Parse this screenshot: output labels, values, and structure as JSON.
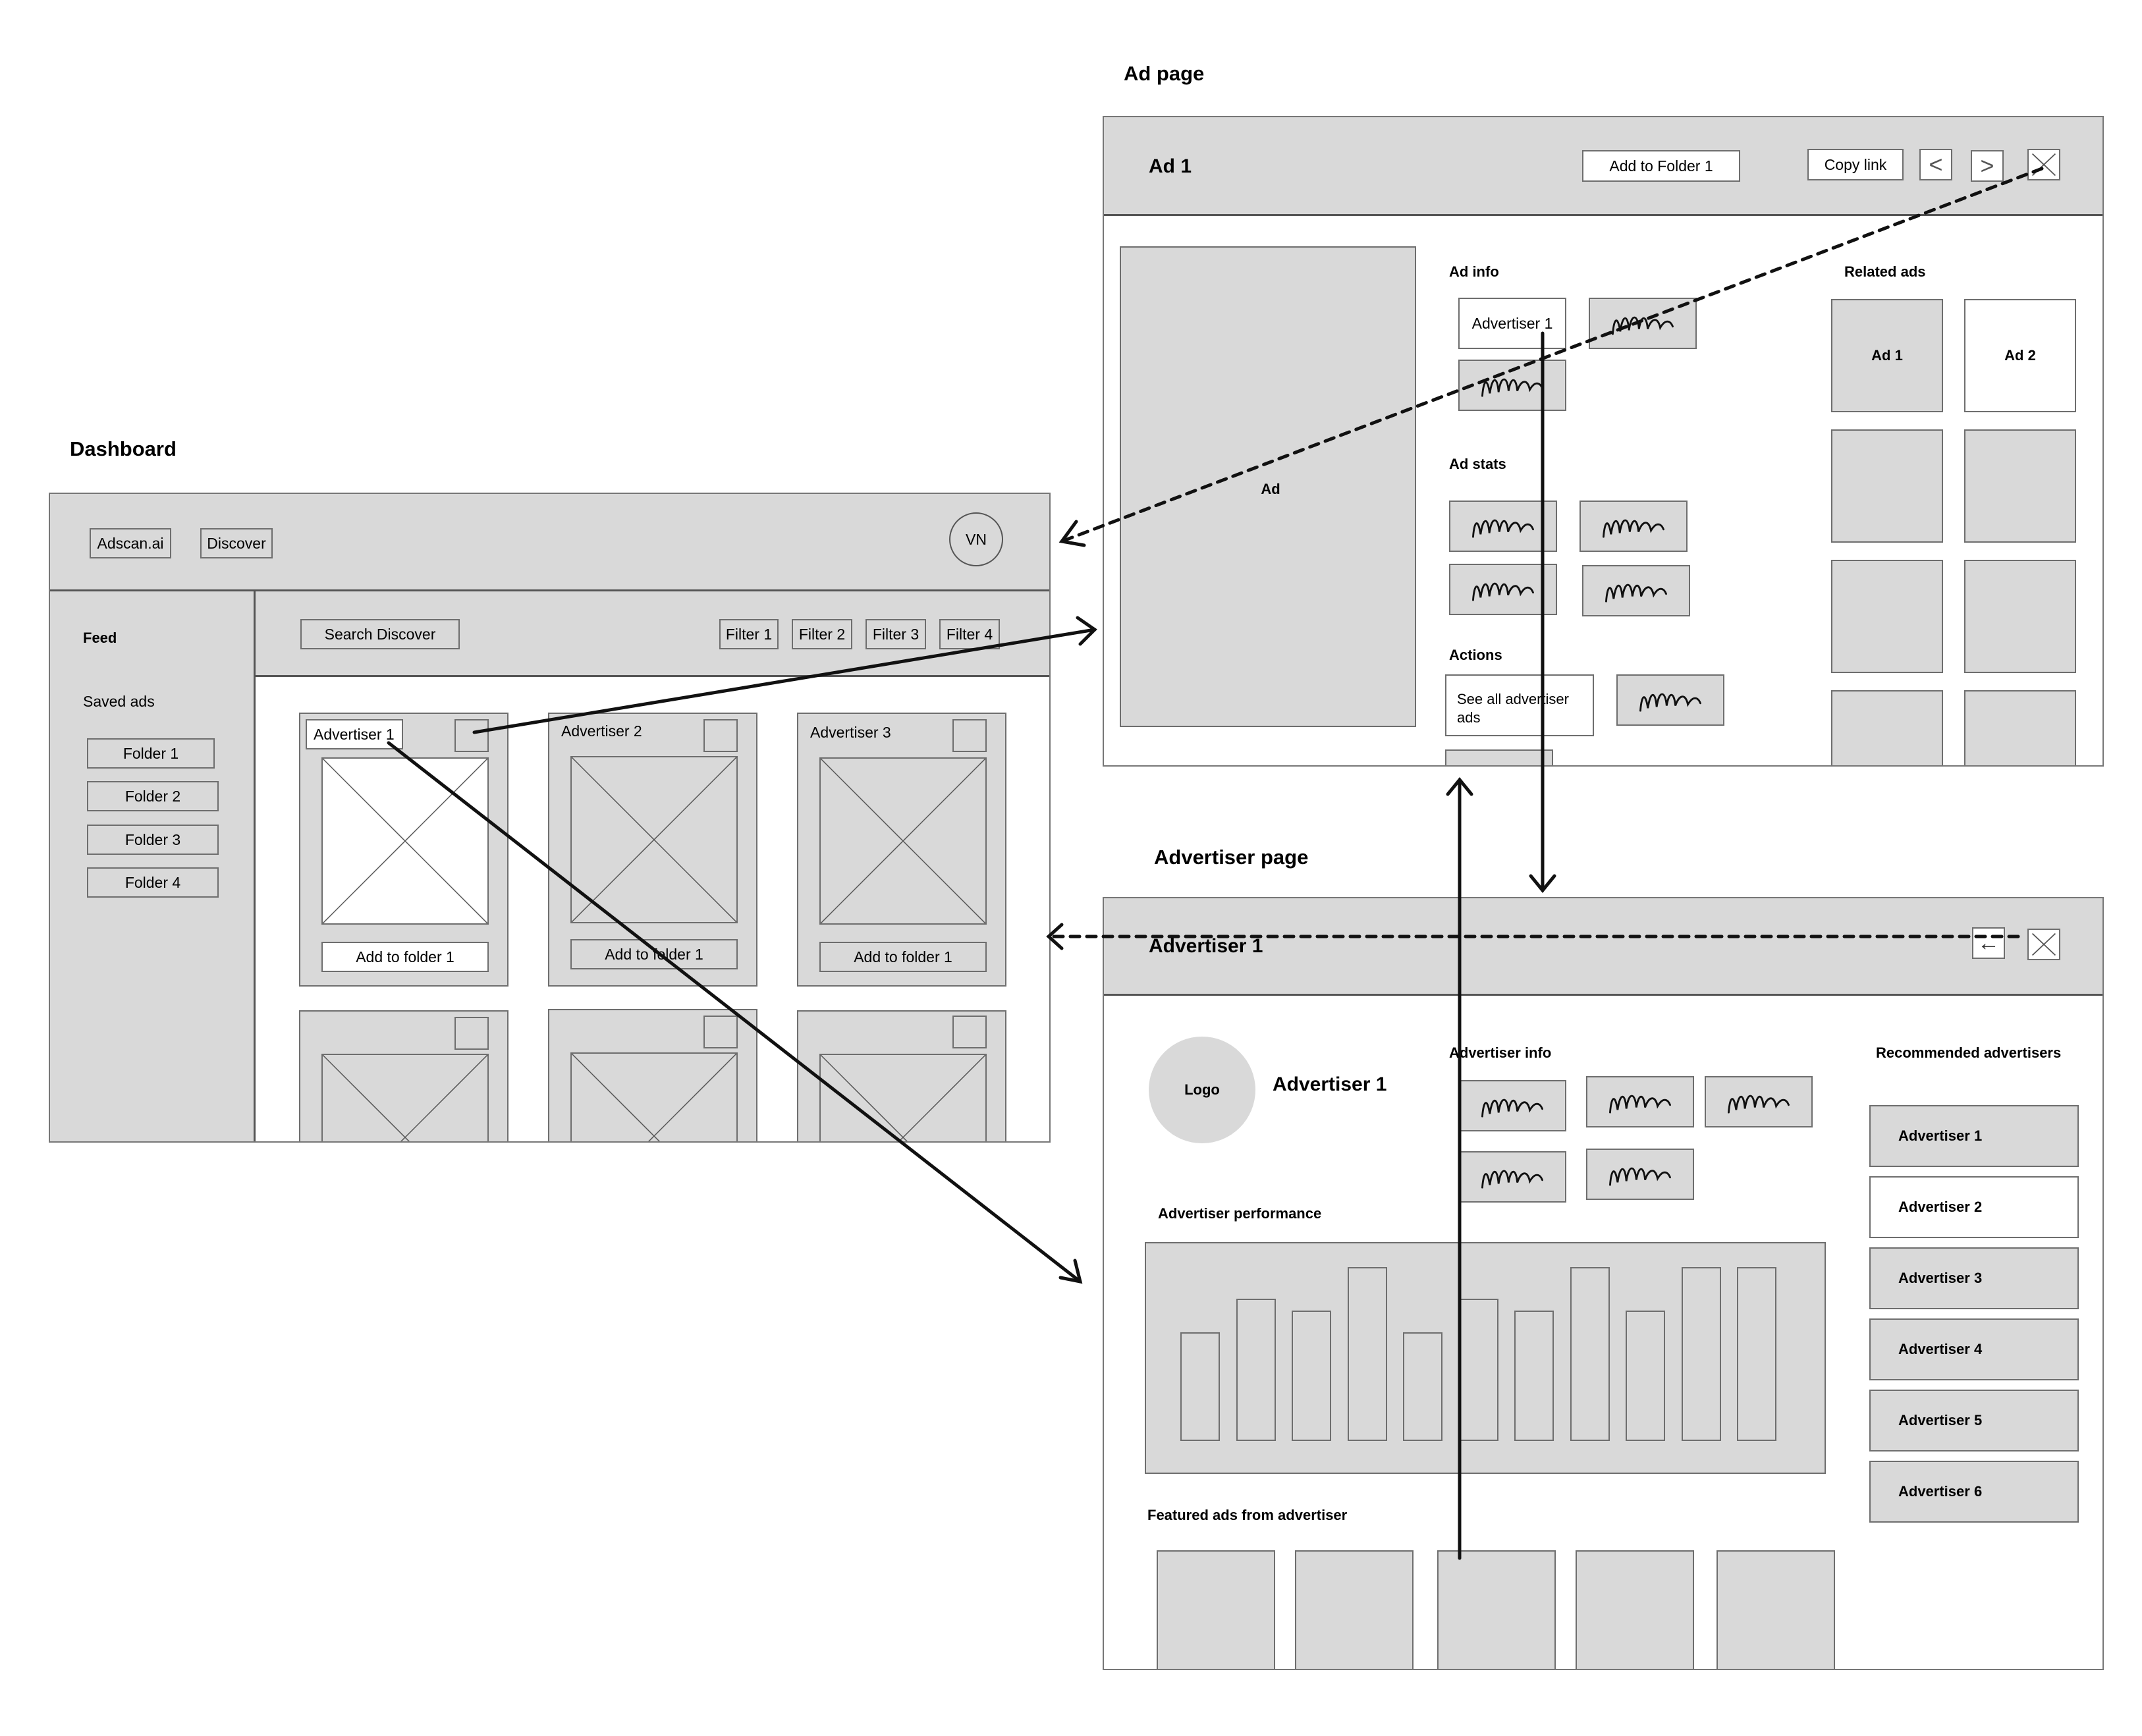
{
  "frames": {
    "dashboard": "Dashboard",
    "ad_page": "Ad page",
    "advertiser_page": "Advertiser page"
  },
  "dashboard": {
    "topbar": {
      "logo": "Adscan.ai",
      "nav": "Discover",
      "avatar": "VN"
    },
    "sidebar": {
      "feed": "Feed",
      "saved_ads": "Saved ads",
      "folders": [
        "Folder 1",
        "Folder 2",
        "Folder 3",
        "Folder 4"
      ]
    },
    "toolbar": {
      "search": "Search Discover",
      "filters": [
        "Filter 1",
        "Filter 2",
        "Filter 3",
        "Filter 4"
      ]
    },
    "cards": [
      {
        "advertiser": "Advertiser 1",
        "button": "Add to folder 1"
      },
      {
        "advertiser": "Advertiser 2",
        "button": "Add to folder 1"
      },
      {
        "advertiser": "Advertiser 3",
        "button": "Add to folder 1"
      }
    ]
  },
  "ad_page": {
    "title": "Ad 1",
    "add_to_folder": "Add to Folder 1",
    "copy_link": "Copy link",
    "ad_label": "Ad",
    "ad_info": "Ad info",
    "advertiser": "Advertiser 1",
    "ad_stats": "Ad stats",
    "actions": "Actions",
    "see_all": "See all advertiser ads",
    "related_ads": "Related ads",
    "related": [
      "Ad 1",
      "Ad 2"
    ]
  },
  "advertiser_page": {
    "title": "Advertiser 1",
    "logo": "Logo",
    "name": "Advertiser 1",
    "advertiser_info": "Advertiser info",
    "performance": "Advertiser performance",
    "performance_bars": [
      0.55,
      0.72,
      0.66,
      0.88,
      0.55,
      0.72,
      0.66,
      0.88,
      0.66,
      0.88,
      0.88
    ],
    "featured": "Featured ads from advertiser",
    "recommended": "Recommended advertisers",
    "recommended_list": [
      "Advertiser 1",
      "Advertiser 2",
      "Advertiser 3",
      "Advertiser 4",
      "Advertiser 5",
      "Advertiser 6"
    ]
  }
}
